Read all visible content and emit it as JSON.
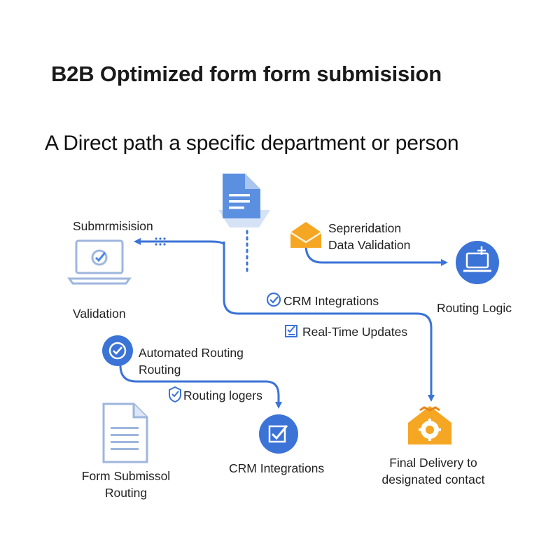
{
  "title": "B2B Optimized form form submisision",
  "subtitle": "A Direct path a specific department or person",
  "nodes": {
    "submission": "Submrmisision",
    "validation": "Validation",
    "separation_line1": "Sepreridаtion",
    "separation_line2": "Data Validation",
    "routing_logic": "Routing Logic",
    "crm_integrations_top": "CRM Integrations",
    "real_time_updates": "Real-Time Updates",
    "automated_routing_line1": "Automated Routing",
    "automated_routing_line2": "Routing",
    "routing_logers": "Routing logers",
    "crm_integrations_bottom": "CRM Integrations",
    "form_submission_line1": "Form Submissol",
    "form_submission_line2": "Routing",
    "final_delivery_line1": "Final Delivery to",
    "final_delivery_line2": "designated contact"
  },
  "colors": {
    "accent_blue": "#3b73d6",
    "light_blue": "#c9d8f2",
    "icon_blue": "#4d86e0",
    "orange": "#f5a623",
    "orange_dark": "#e8851a"
  },
  "icons": [
    "document-icon",
    "laptop-check-icon",
    "envelope-icon",
    "laptop-plus-icon",
    "check-circle-icon",
    "checklist-icon",
    "shield-check-icon",
    "form-document-icon",
    "checkbox-icon",
    "gear-house-icon"
  ]
}
